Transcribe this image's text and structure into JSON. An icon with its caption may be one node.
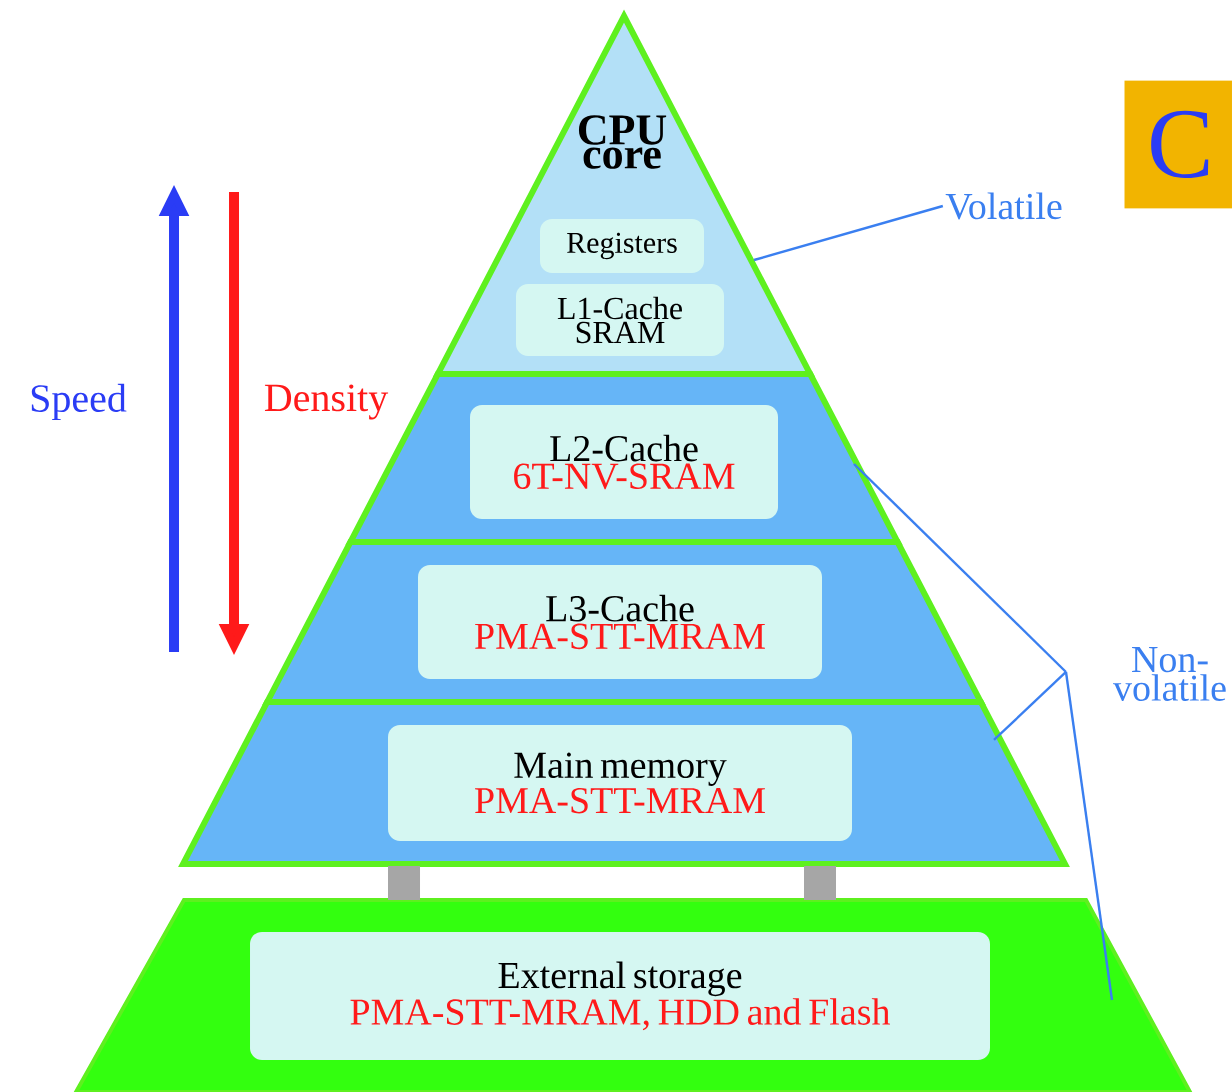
{
  "diagram": {
    "nodes": [
      {
        "text": [
          "CPU core"
        ]
      },
      {
        "text": [
          "Registers"
        ],
        "in": 0
      },
      {
        "text": [
          "L1-Cache SRAM"
        ],
        "in": 0
      },
      {
        "text": [],
        "shape": "trapezium"
      },
      {
        "text": [
          "L2-Cache",
          "6T-NV-SRAM"
        ],
        "in": 3
      },
      {
        "text": [],
        "shape": "trapezium"
      },
      {
        "text": [
          "L3-Cache",
          "PMA-STT-MRAM"
        ],
        "in": 5
      },
      {
        "text": [],
        "shape": "trapezium"
      },
      {
        "text": [
          "Main memory",
          "PMA-STT-MRAM"
        ],
        "in": 7
      },
      {
        "text": [],
        "shape": "trapezium"
      },
      {
        "text": [
          "External storage",
          "PMA-STT-MRAM, HDD and Flash"
        ],
        "in": 9
      },
      {
        "text": [
          "Volatile"
        ]
      },
      {
        "text": [
          "Non-volatile"
        ]
      },
      {
        "text": [
          "C"
        ]
      }
    ],
    "edges": [
      {
        "from": 11,
        "to": 0,
        "arrow": "none"
      },
      {
        "from": 12,
        "to": 3,
        "arrow": "none"
      },
      {
        "from": 12,
        "to": 7,
        "arrow": "none"
      },
      {
        "from": 12,
        "to": 9,
        "arrow": "none"
      }
    ],
    "labels": [
      "Speed",
      "Density"
    ]
  }
}
